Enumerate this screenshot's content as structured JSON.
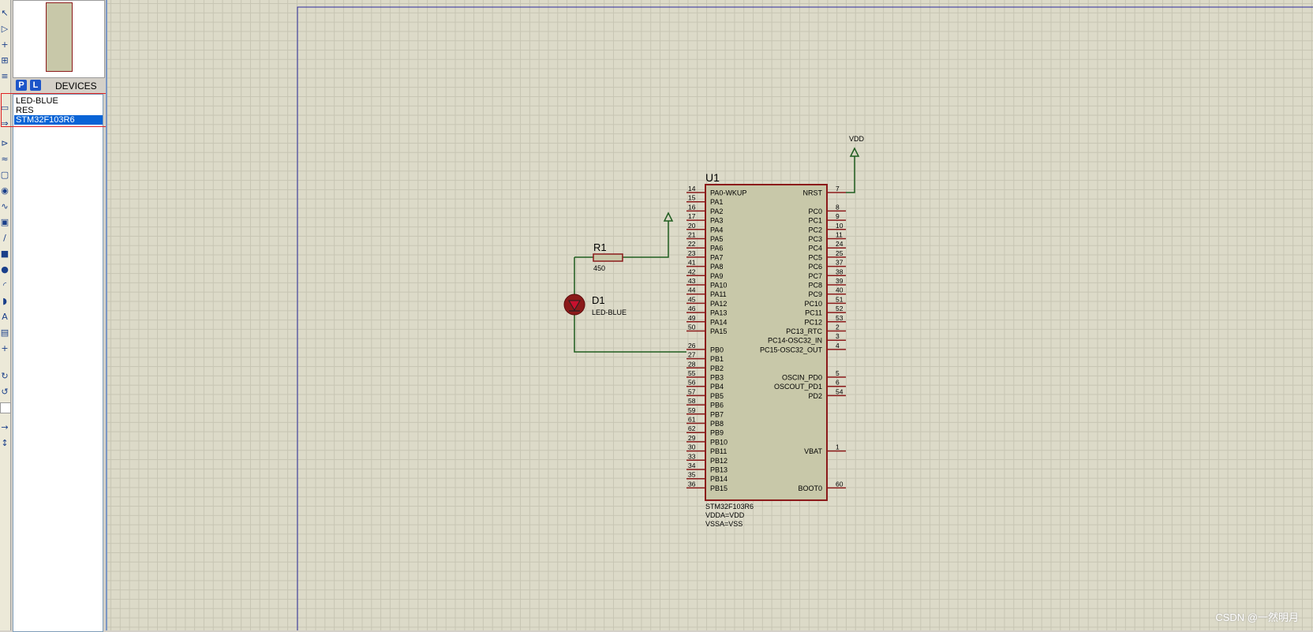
{
  "toolbar": {
    "tools": [
      "selection-mode",
      "component-mode",
      "junction-dot",
      "wire-label",
      "text-script",
      "buses",
      "subcircuit",
      "terminals",
      "device-pins",
      "graphs",
      "tape-recorder",
      "generators",
      "voltage-probe",
      "current-probe",
      "virtual-instruments",
      "line-2d",
      "box-2d",
      "circle-2d",
      "arc-2d",
      "closed-path-2d",
      "text-2d",
      "symbols-2d",
      "markers-2d",
      "rotate-cw",
      "rotate-ccw",
      "angle-field",
      "mirror-x",
      "mirror-y"
    ]
  },
  "panel": {
    "p_label": "P",
    "l_label": "L",
    "devices_label": "DEVICES",
    "devices": [
      "LED-BLUE",
      "RES",
      "STM32F103R6"
    ],
    "selected_index": 2
  },
  "schematic": {
    "u1": {
      "ref": "U1",
      "part": "STM32F103R6",
      "prop1": "VDDA=VDD",
      "prop2": "VSSA=VSS",
      "left_pins": [
        [
          "14",
          "PA0-WKUP"
        ],
        [
          "15",
          "PA1"
        ],
        [
          "16",
          "PA2"
        ],
        [
          "17",
          "PA3"
        ],
        [
          "20",
          "PA4"
        ],
        [
          "21",
          "PA5"
        ],
        [
          "22",
          "PA6"
        ],
        [
          "23",
          "PA7"
        ],
        [
          "41",
          "PA8"
        ],
        [
          "42",
          "PA9"
        ],
        [
          "43",
          "PA10"
        ],
        [
          "44",
          "PA11"
        ],
        [
          "45",
          "PA12"
        ],
        [
          "46",
          "PA13"
        ],
        [
          "49",
          "PA14"
        ],
        [
          "50",
          "PA15"
        ],
        [
          "",
          ""
        ],
        [
          "26",
          "PB0"
        ],
        [
          "27",
          "PB1"
        ],
        [
          "28",
          "PB2"
        ],
        [
          "55",
          "PB3"
        ],
        [
          "56",
          "PB4"
        ],
        [
          "57",
          "PB5"
        ],
        [
          "58",
          "PB6"
        ],
        [
          "59",
          "PB7"
        ],
        [
          "61",
          "PB8"
        ],
        [
          "62",
          "PB9"
        ],
        [
          "29",
          "PB10"
        ],
        [
          "30",
          "PB11"
        ],
        [
          "33",
          "PB12"
        ],
        [
          "34",
          "PB13"
        ],
        [
          "35",
          "PB14"
        ],
        [
          "36",
          "PB15"
        ]
      ],
      "right_pins": [
        [
          "7",
          "NRST"
        ],
        [
          "",
          ""
        ],
        [
          "8",
          "PC0"
        ],
        [
          "9",
          "PC1"
        ],
        [
          "10",
          "PC2"
        ],
        [
          "11",
          "PC3"
        ],
        [
          "24",
          "PC4"
        ],
        [
          "25",
          "PC5"
        ],
        [
          "37",
          "PC6"
        ],
        [
          "38",
          "PC7"
        ],
        [
          "39",
          "PC8"
        ],
        [
          "40",
          "PC9"
        ],
        [
          "51",
          "PC10"
        ],
        [
          "52",
          "PC11"
        ],
        [
          "53",
          "PC12"
        ],
        [
          "2",
          "PC13_RTC"
        ],
        [
          "3",
          "PC14-OSC32_IN"
        ],
        [
          "4",
          "PC15-OSC32_OUT"
        ],
        [
          "",
          ""
        ],
        [
          "",
          ""
        ],
        [
          "5",
          "OSCIN_PD0"
        ],
        [
          "6",
          "OSCOUT_PD1"
        ],
        [
          "54",
          "PD2"
        ],
        [
          "",
          ""
        ],
        [
          "",
          ""
        ],
        [
          "",
          ""
        ],
        [
          "",
          ""
        ],
        [
          "",
          ""
        ],
        [
          "1",
          "VBAT"
        ],
        [
          "",
          ""
        ],
        [
          "",
          ""
        ],
        [
          "",
          ""
        ],
        [
          "60",
          "BOOT0"
        ]
      ]
    },
    "r1": {
      "ref": "R1",
      "value": "450"
    },
    "d1": {
      "ref": "D1",
      "value": "LED-BLUE"
    },
    "vdd_label": "VDD"
  },
  "watermark": "CSDN @一然明月",
  "colors": {
    "wire": "#1f5c1f",
    "pin": "#8b1a1a",
    "chip_fill": "#c8c8a9",
    "sheet_border": "#2b2b9b"
  }
}
